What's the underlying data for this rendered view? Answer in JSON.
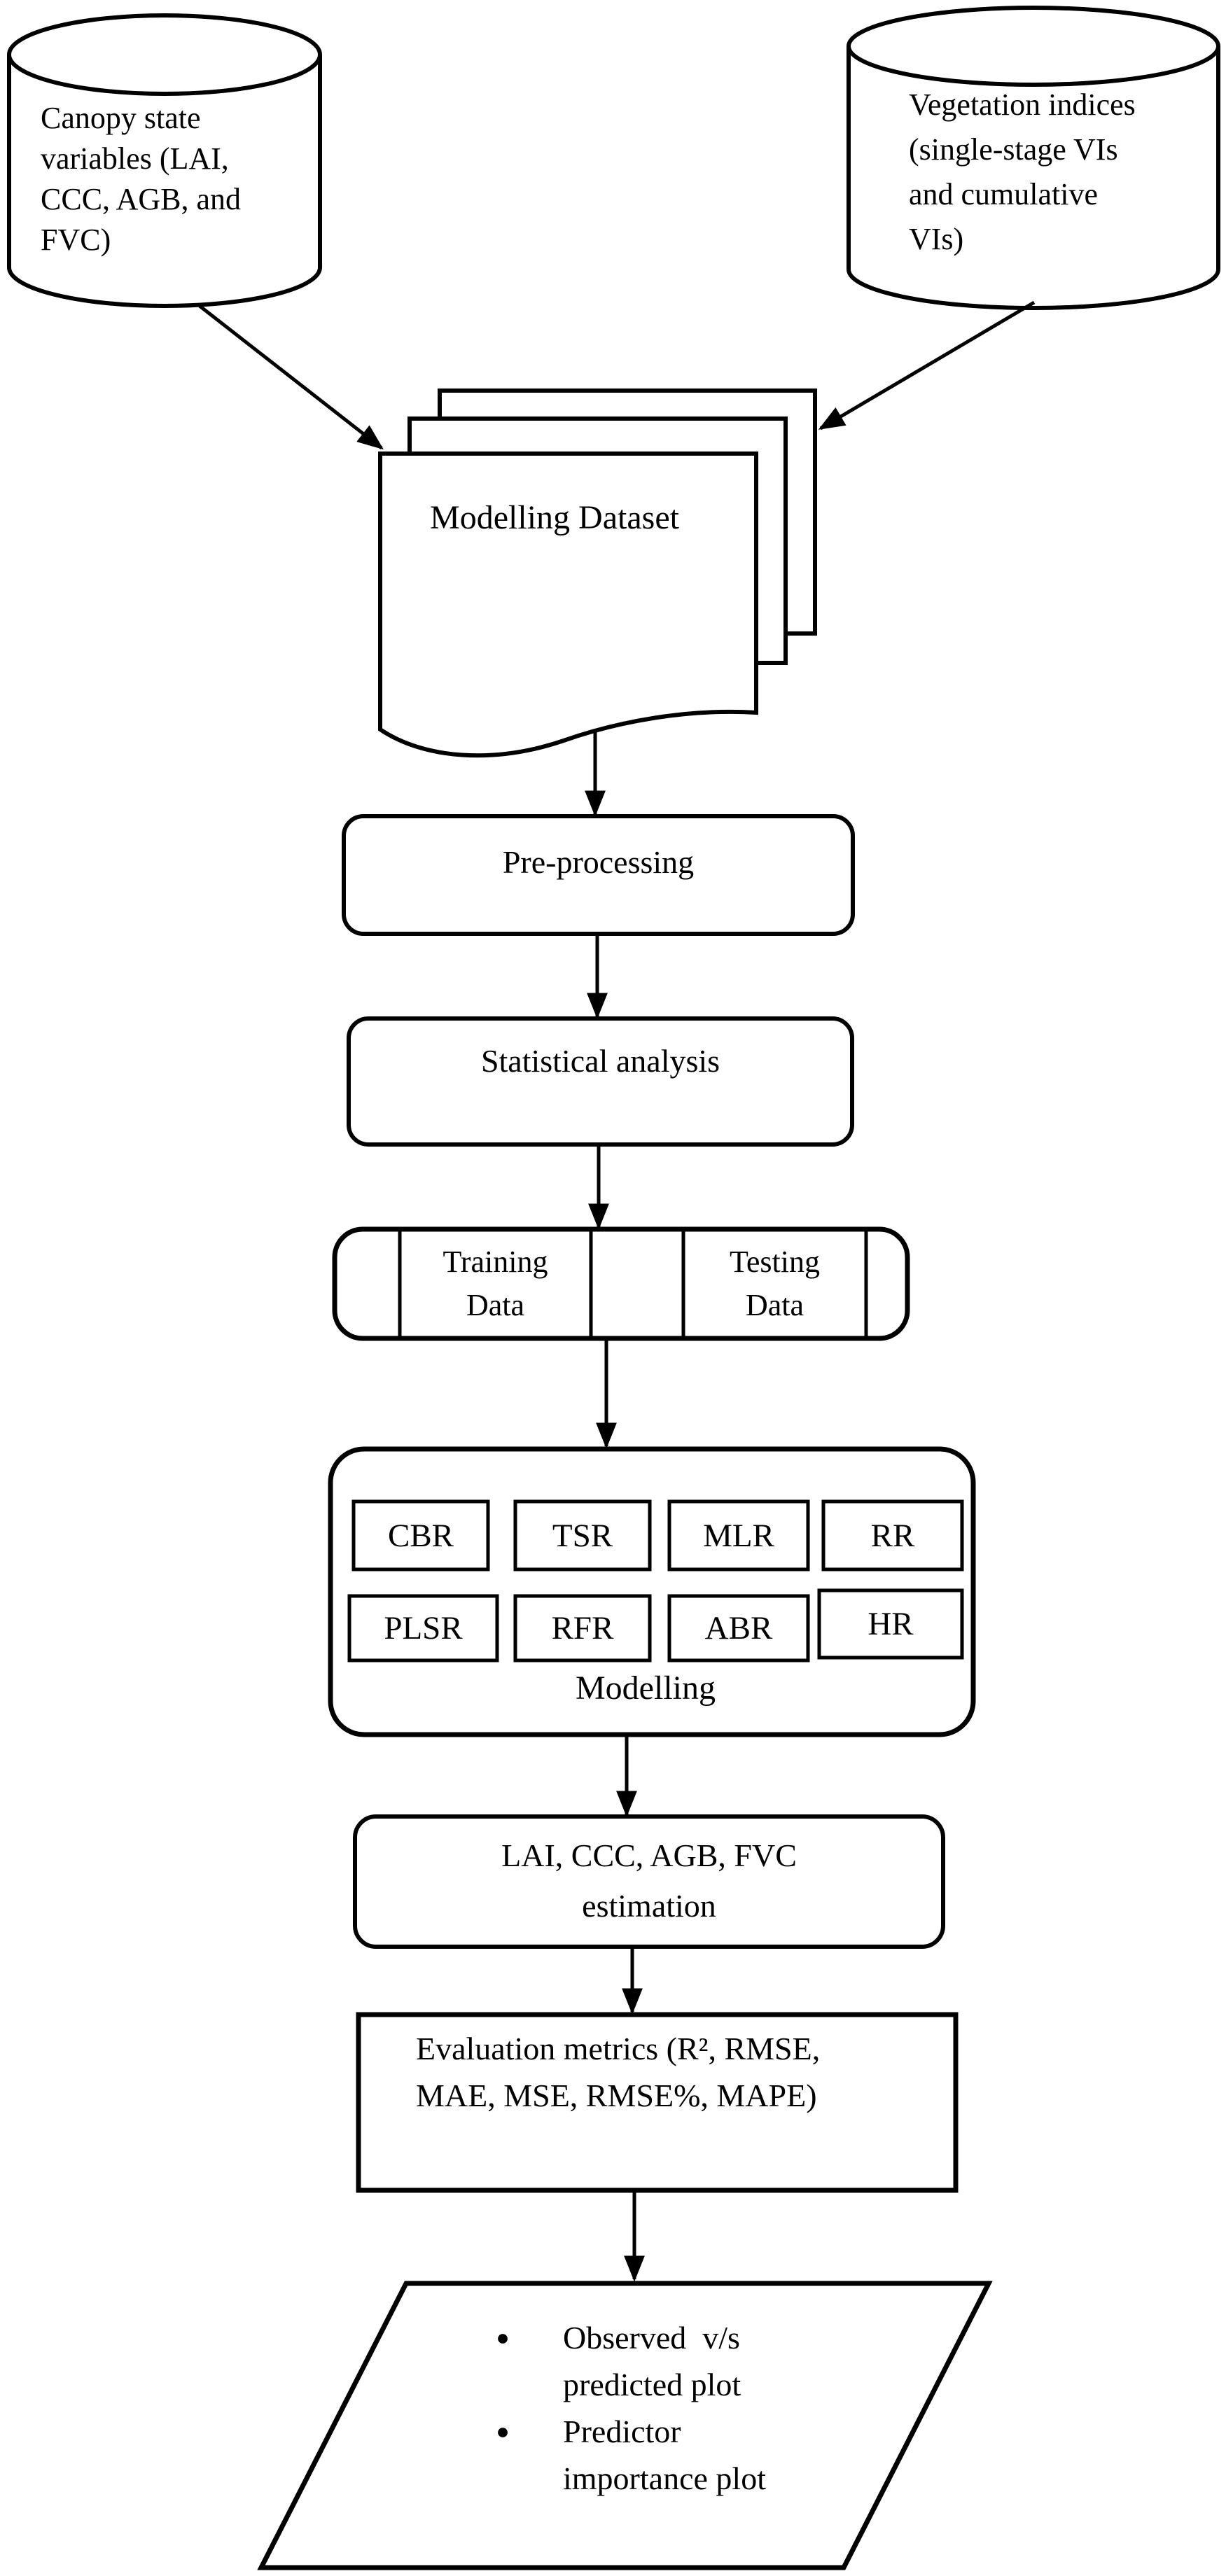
{
  "colors": {
    "ink": "#000000",
    "paper": "#ffffff"
  },
  "sources": [
    {
      "name": "canopy-state-variables",
      "lines": [
        "Canopy state",
        "variables (LAI,",
        "CCC, AGB, and",
        "FVC)"
      ]
    },
    {
      "name": "vegetation-indices",
      "lines": [
        "Vegetation indices",
        "(single-stage VIs",
        "and cumulative",
        "VIs)"
      ]
    }
  ],
  "dataset": {
    "label": "Modelling Dataset"
  },
  "steps": {
    "preprocessing": "Pre-processing",
    "statistical_analysis": "Statistical analysis"
  },
  "split": {
    "training": [
      "Training",
      "Data"
    ],
    "testing": [
      "Testing",
      "Data"
    ]
  },
  "modelling": {
    "label": "Modelling",
    "models": [
      "CBR",
      "TSR",
      "MLR",
      "RR",
      "PLSR",
      "RFR",
      "ABR",
      "HR"
    ]
  },
  "estimation": {
    "lines": [
      "LAI, CCC, AGB, FVC",
      "estimation"
    ]
  },
  "evaluation": {
    "lines": [
      "Evaluation metrics (R², RMSE,",
      "MAE, MSE, RMSE%, MAPE)"
    ]
  },
  "outputs": {
    "bullet_glyph": "●",
    "items": [
      {
        "lines": [
          "Observed  v/s",
          "predicted plot"
        ]
      },
      {
        "lines": [
          "Predictor",
          "importance plot"
        ]
      }
    ]
  }
}
